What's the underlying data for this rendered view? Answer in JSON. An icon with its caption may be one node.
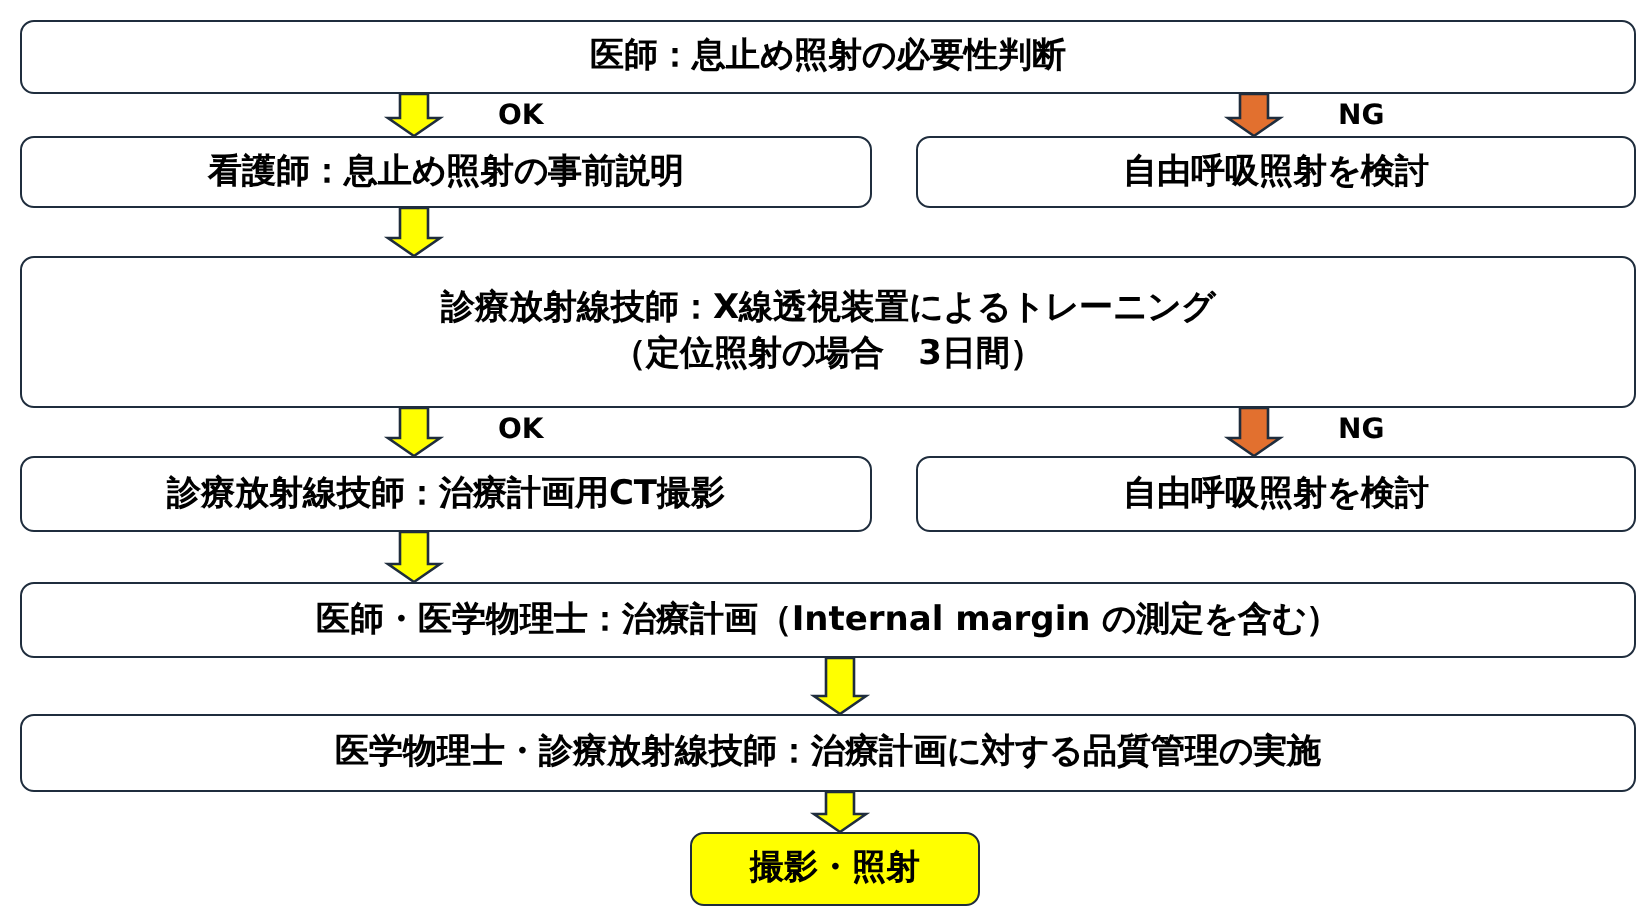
{
  "diagram": {
    "nodes": [
      {
        "text": [
          "医師：息止め照射の必要性判断"
        ]
      },
      {
        "text": [
          "看護師：息止め照射の事前説明"
        ]
      },
      {
        "text": [
          "自由呼吸照射を検討"
        ]
      },
      {
        "text": [
          "診療放射線技師：X線透視装置によるトレーニング",
          "（定位照射の場合　3日間）"
        ]
      },
      {
        "text": [
          "診療放射線技師：治療計画用CT撮影"
        ]
      },
      {
        "text": [
          "自由呼吸照射を検討"
        ]
      },
      {
        "text": [
          "医師・医学物理士：治療計画（Internal margin の測定を含む）"
        ]
      },
      {
        "text": [
          "医学物理士・診療放射線技師：治療計画に対する品質管理の実施"
        ]
      },
      {
        "text": [
          "撮影・照射"
        ]
      }
    ],
    "edges": [
      {
        "from": 0,
        "to": 1,
        "arrow": "to",
        "label": "OK"
      },
      {
        "from": 0,
        "to": 2,
        "arrow": "to",
        "label": "NG",
        "color": "#e2702f"
      },
      {
        "from": 1,
        "to": 3,
        "arrow": "to"
      },
      {
        "from": 3,
        "to": 4,
        "arrow": "to",
        "label": "OK"
      },
      {
        "from": 3,
        "to": 5,
        "arrow": "to",
        "label": "NG",
        "color": "#e2702f"
      },
      {
        "from": 4,
        "to": 6,
        "arrow": "to"
      },
      {
        "from": 6,
        "to": 7,
        "arrow": "to"
      },
      {
        "from": 7,
        "to": 8,
        "arrow": "to"
      }
    ]
  }
}
